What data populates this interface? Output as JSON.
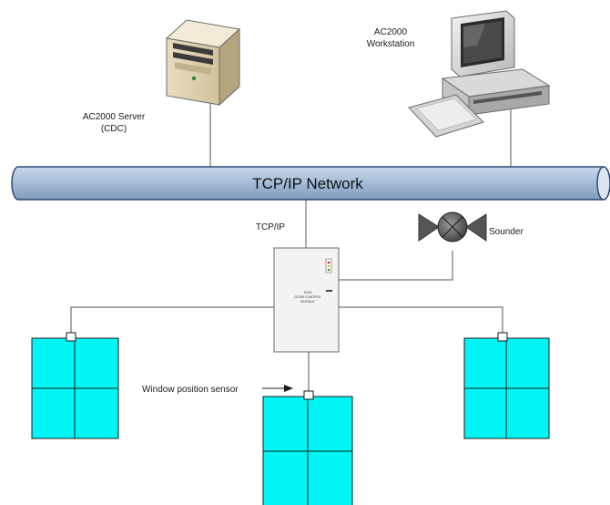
{
  "server": {
    "label_line1": "AC2000 Server",
    "label_line2": "(CDC)"
  },
  "workstation": {
    "label_line1": "AC2000",
    "label_line2": "Workstation"
  },
  "network": {
    "label": "TCP/IP Network"
  },
  "link": {
    "label": "TCP/IP"
  },
  "sounder": {
    "label": "Sounder"
  },
  "module": {
    "line1": "DCM",
    "line2": "DOOR CONTROL",
    "line3": "MODULE"
  },
  "sensor": {
    "label": "Window position sensor"
  },
  "colors": {
    "window_fill": "#00f5f5",
    "network_fill": "#a9bfd9",
    "module_fill": "#f3f3f3"
  },
  "icons": [
    "server-tower-icon",
    "workstation-computer-icon",
    "sounder-valve-icon",
    "window-icon"
  ]
}
